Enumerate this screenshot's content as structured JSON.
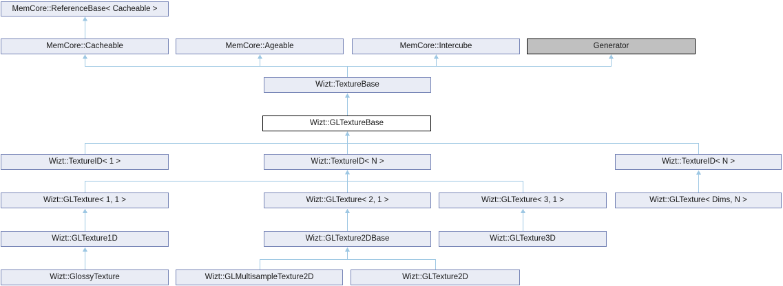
{
  "diagram": {
    "type": "class-inheritance-graph",
    "nodes": [
      {
        "id": "referencebase",
        "label": "MemCore::ReferenceBase< Cacheable >",
        "style": "linked"
      },
      {
        "id": "cacheable",
        "label": "MemCore::Cacheable",
        "style": "linked"
      },
      {
        "id": "ageable",
        "label": "MemCore::Ageable",
        "style": "linked"
      },
      {
        "id": "intercube",
        "label": "MemCore::Intercube",
        "style": "linked"
      },
      {
        "id": "generator",
        "label": "Generator",
        "style": "external"
      },
      {
        "id": "texturebase",
        "label": "Wizt::TextureBase",
        "style": "linked"
      },
      {
        "id": "gltexturebase",
        "label": "Wizt::GLTextureBase",
        "style": "current"
      },
      {
        "id": "textureid-1",
        "label": "Wizt::TextureID< 1 >",
        "style": "linked"
      },
      {
        "id": "textureid-n-mid",
        "label": "Wizt::TextureID< N >",
        "style": "linked"
      },
      {
        "id": "textureid-n-right",
        "label": "Wizt::TextureID< N >",
        "style": "linked"
      },
      {
        "id": "gltexture-1-1",
        "label": "Wizt::GLTexture< 1, 1 >",
        "style": "linked"
      },
      {
        "id": "gltexture-2-1",
        "label": "Wizt::GLTexture< 2, 1 >",
        "style": "linked"
      },
      {
        "id": "gltexture-3-1",
        "label": "Wizt::GLTexture< 3, 1 >",
        "style": "linked"
      },
      {
        "id": "gltexture-dims-n",
        "label": "Wizt::GLTexture< Dims, N >",
        "style": "linked"
      },
      {
        "id": "gltexture1d",
        "label": "Wizt::GLTexture1D",
        "style": "linked"
      },
      {
        "id": "gltexture2dbase",
        "label": "Wizt::GLTexture2DBase",
        "style": "linked"
      },
      {
        "id": "gltexture3d",
        "label": "Wizt::GLTexture3D",
        "style": "linked"
      },
      {
        "id": "glossytexture",
        "label": "Wizt::GlossyTexture",
        "style": "linked"
      },
      {
        "id": "glmultisampletexture2d",
        "label": "Wizt::GLMultisampleTexture2D",
        "style": "linked"
      },
      {
        "id": "gltexture2d",
        "label": "Wizt::GLTexture2D",
        "style": "linked"
      }
    ],
    "edges": [
      {
        "from": "cacheable",
        "to": "referencebase"
      },
      {
        "from": "texturebase",
        "to": "cacheable"
      },
      {
        "from": "texturebase",
        "to": "ageable"
      },
      {
        "from": "texturebase",
        "to": "intercube"
      },
      {
        "from": "texturebase",
        "to": "generator"
      },
      {
        "from": "gltexturebase",
        "to": "texturebase"
      },
      {
        "from": "textureid-1",
        "to": "gltexturebase"
      },
      {
        "from": "textureid-n-mid",
        "to": "gltexturebase"
      },
      {
        "from": "textureid-n-right",
        "to": "gltexturebase"
      },
      {
        "from": "gltexture-1-1",
        "to": "textureid-n-mid"
      },
      {
        "from": "gltexture-2-1",
        "to": "textureid-n-mid"
      },
      {
        "from": "gltexture-3-1",
        "to": "textureid-n-mid"
      },
      {
        "from": "gltexture-dims-n",
        "to": "textureid-n-right"
      },
      {
        "from": "gltexture1d",
        "to": "gltexture-1-1"
      },
      {
        "from": "gltexture2dbase",
        "to": "gltexture-2-1"
      },
      {
        "from": "gltexture3d",
        "to": "gltexture-3-1"
      },
      {
        "from": "glossytexture",
        "to": "gltexture1d"
      },
      {
        "from": "glmultisampletexture2d",
        "to": "gltexture2dbase"
      },
      {
        "from": "gltexture2d",
        "to": "gltexture2dbase"
      }
    ],
    "colors": {
      "background": "#ffffff",
      "node_fill": "#e9ecf5",
      "node_border": "#7482b5",
      "current_node_fill": "#ffffff",
      "current_node_border": "#000000",
      "external_node_fill": "#c0c0c0",
      "external_node_border": "#000000",
      "edge": "#9dc7e3",
      "text": "#161616"
    }
  }
}
